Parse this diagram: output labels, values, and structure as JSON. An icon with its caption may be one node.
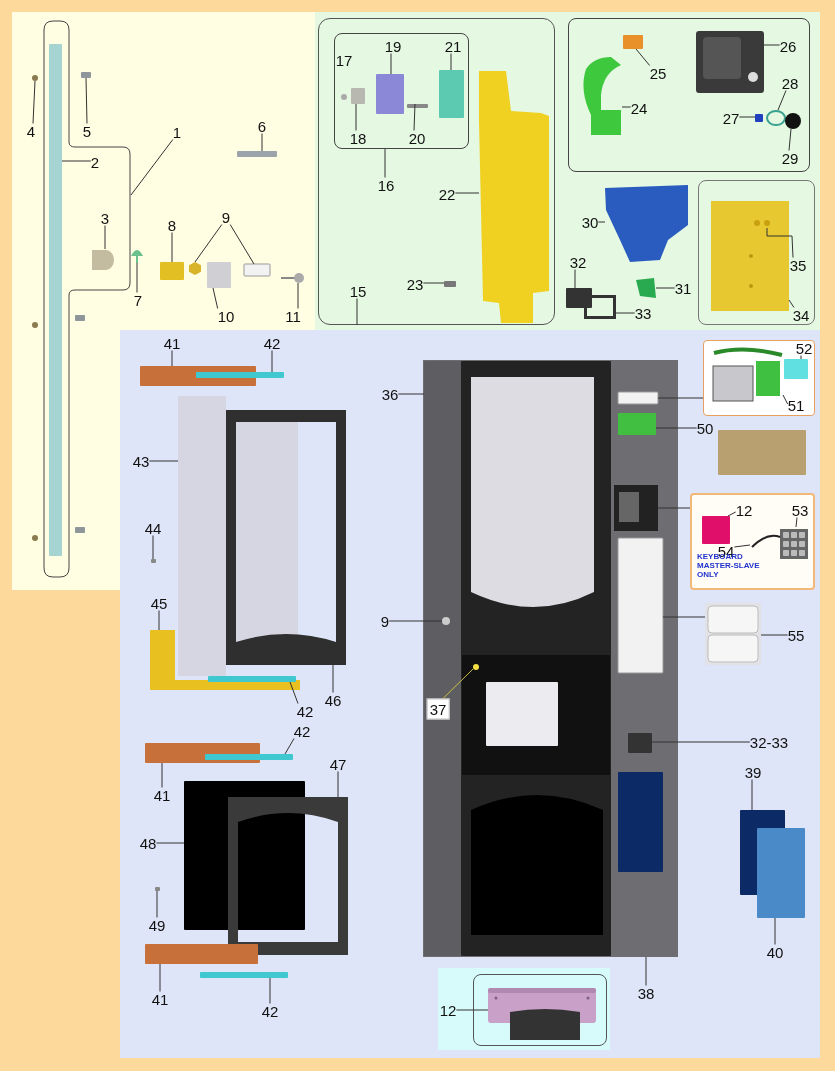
{
  "diagram": {
    "nodes": [
      {
        "text": [
          "1"
        ]
      },
      {
        "text": [],
        "shape": "box"
      },
      {
        "text": [
          "2"
        ],
        "in": 1
      },
      {
        "text": [
          "3"
        ],
        "in": 1
      },
      {
        "text": [
          "4"
        ]
      },
      {
        "text": [
          "5"
        ]
      },
      {
        "text": [
          "6"
        ]
      },
      {
        "text": [
          "7"
        ]
      },
      {
        "text": [
          "8"
        ]
      },
      {
        "text": [
          "9"
        ]
      },
      {
        "text": [
          "10"
        ]
      },
      {
        "text": [
          "11"
        ]
      },
      {
        "text": [],
        "shape": "box"
      },
      {
        "text": [
          "15"
        ],
        "in": 12
      },
      {
        "text": [],
        "shape": "box",
        "in": 12
      },
      {
        "text": [
          "16"
        ],
        "in": 12
      },
      {
        "text": [
          "17"
        ],
        "in": 14
      },
      {
        "text": [
          "18"
        ],
        "in": 14
      },
      {
        "text": [
          "19"
        ],
        "in": 14
      },
      {
        "text": [
          "20"
        ],
        "in": 14
      },
      {
        "text": [
          "21"
        ],
        "in": 14
      },
      {
        "text": [
          "22"
        ],
        "in": 12
      },
      {
        "text": [
          "23"
        ],
        "in": 12
      },
      {
        "text": [],
        "shape": "box"
      },
      {
        "text": [
          "24"
        ],
        "in": 23
      },
      {
        "text": [
          "25"
        ],
        "in": 23
      },
      {
        "text": [
          "26"
        ],
        "in": 23
      },
      {
        "text": [
          "27"
        ],
        "in": 23
      },
      {
        "text": [
          "28"
        ],
        "in": 23
      },
      {
        "text": [
          "29"
        ],
        "in": 23
      },
      {
        "text": [
          "30"
        ]
      },
      {
        "text": [
          "31"
        ]
      },
      {
        "text": [
          "32"
        ]
      },
      {
        "text": [
          "33"
        ]
      },
      {
        "text": [],
        "shape": "box"
      },
      {
        "text": [
          "34"
        ],
        "in": 34
      },
      {
        "text": [
          "35"
        ],
        "in": 34
      },
      {
        "text": [
          "41"
        ]
      },
      {
        "text": [
          "42"
        ]
      },
      {
        "text": [
          "43"
        ]
      },
      {
        "text": [
          "44"
        ]
      },
      {
        "text": [
          "45"
        ]
      },
      {
        "text": [
          "42"
        ]
      },
      {
        "text": [
          "46"
        ]
      },
      {
        "text": [
          "42"
        ]
      },
      {
        "text": [
          "41"
        ]
      },
      {
        "text": [
          "47"
        ]
      },
      {
        "text": [
          "48"
        ]
      },
      {
        "text": [
          "49"
        ]
      },
      {
        "text": [
          "41"
        ]
      },
      {
        "text": [
          "42"
        ]
      },
      {
        "text": [
          "36"
        ]
      },
      {
        "text": [
          "9"
        ]
      },
      {
        "text": [
          "37"
        ],
        "in": 118
      },
      {
        "text": [],
        "shape": "box"
      },
      {
        "text": [
          "52"
        ],
        "in": 54
      },
      {
        "text": [
          "51"
        ],
        "in": 54
      },
      {
        "text": [
          "50"
        ]
      },
      {
        "text": [],
        "shape": "box"
      },
      {
        "text": [
          "12"
        ],
        "in": 58
      },
      {
        "text": [
          "53"
        ],
        "in": 58
      },
      {
        "text": [
          "54"
        ],
        "in": 58
      },
      {
        "text": [],
        "shape": "picture"
      },
      {
        "text": [
          "55"
        ]
      },
      {
        "text": [
          "32-33"
        ]
      },
      {
        "text": [
          "39"
        ]
      },
      {
        "text": [
          "40"
        ]
      },
      {
        "text": [
          "38"
        ]
      },
      {
        "text": [
          "12"
        ]
      },
      {
        "text": [],
        "shape": "box",
        "in": 1
      },
      {
        "text": [],
        "shape": "polygon",
        "in": 1
      },
      {
        "text": [],
        "shape": "circle"
      },
      {
        "text": [],
        "shape": "box"
      },
      {
        "text": [],
        "shape": "box"
      },
      {
        "text": [],
        "shape": "picture"
      },
      {
        "text": [],
        "shape": "box"
      },
      {
        "text": [],
        "shape": "hexagon"
      },
      {
        "text": [],
        "shape": "box"
      },
      {
        "text": [],
        "shape": "box"
      },
      {
        "text": [],
        "shape": "picture"
      },
      {
        "text": [],
        "shape": "circle"
      },
      {
        "text": [],
        "shape": "box"
      },
      {
        "text": [],
        "shape": "box"
      },
      {
        "text": [],
        "shape": "circle"
      },
      {
        "text": [],
        "shape": "circle",
        "in": 14
      },
      {
        "text": [],
        "shape": "box",
        "in": 14
      },
      {
        "text": [],
        "shape": "box",
        "in": 14
      },
      {
        "text": [],
        "shape": "box",
        "in": 14
      },
      {
        "text": [],
        "shape": "box",
        "in": 14
      },
      {
        "text": [],
        "shape": "polygon",
        "in": 12
      },
      {
        "text": [],
        "shape": "box",
        "in": 12
      },
      {
        "text": [],
        "shape": "polygon",
        "in": 23
      },
      {
        "text": [],
        "shape": "box",
        "in": 23
      },
      {
        "text": [],
        "shape": "picture",
        "in": 23
      },
      {
        "text": [],
        "shape": "box",
        "in": 23
      },
      {
        "text": [],
        "shape": "ring",
        "in": 23
      },
      {
        "text": [],
        "shape": "circle",
        "in": 23
      },
      {
        "text": [],
        "shape": "polygon"
      },
      {
        "text": [],
        "shape": "polygon"
      },
      {
        "text": [],
        "shape": "box"
      },
      {
        "text": [],
        "shape": "frame"
      },
      {
        "text": [],
        "shape": "picture",
        "in": 34
      },
      {
        "text": [],
        "shape": "picture",
        "in": 101
      },
      {
        "text": [],
        "shape": "box"
      },
      {
        "text": [],
        "shape": "box"
      },
      {
        "text": [],
        "shape": "box"
      },
      {
        "text": [],
        "shape": "box"
      },
      {
        "text": [],
        "shape": "polygon"
      },
      {
        "text": [],
        "shape": "box"
      },
      {
        "text": [],
        "shape": "frame"
      },
      {
        "text": [],
        "shape": "box"
      },
      {
        "text": [],
        "shape": "box"
      },
      {
        "text": [],
        "shape": "box"
      },
      {
        "text": [],
        "shape": "frame"
      },
      {
        "text": [],
        "shape": "box"
      },
      {
        "text": [],
        "shape": "box"
      },
      {
        "text": [],
        "shape": "box"
      },
      {
        "text": [],
        "shape": "picture"
      },
      {
        "text": [],
        "shape": "box",
        "in": 117
      },
      {
        "text": [],
        "shape": "circle",
        "in": 118
      },
      {
        "text": [],
        "shape": "circle",
        "in": 137
      },
      {
        "text": [],
        "shape": "box",
        "in": 117
      },
      {
        "text": [],
        "shape": "box",
        "in": 117
      },
      {
        "text": [],
        "shape": "picture",
        "in": 117
      },
      {
        "text": [],
        "shape": "box",
        "in": 117
      },
      {
        "text": [],
        "shape": "box",
        "in": 117
      },
      {
        "text": [],
        "shape": "box",
        "in": 117
      },
      {
        "text": [],
        "shape": "picture",
        "in": 54
      },
      {
        "text": [],
        "shape": "box",
        "in": 54
      },
      {
        "text": [],
        "shape": "box"
      },
      {
        "text": [],
        "shape": "box",
        "in": 58
      },
      {
        "text": [],
        "shape": "picture",
        "in": 58
      },
      {
        "text": [],
        "shape": "box"
      },
      {
        "text": [],
        "shape": "box"
      },
      {
        "text": [],
        "shape": "picture"
      },
      {
        "text": [],
        "shape": "box",
        "in": 117
      },
      {
        "text": [],
        "shape": "arch",
        "in": 135
      },
      {
        "text": [],
        "shape": "box",
        "in": 135
      },
      {
        "text": [],
        "shape": "box",
        "in": 137
      },
      {
        "text": [],
        "shape": "arch",
        "in": 135
      }
    ],
    "edges": [
      {
        "from": 0,
        "to": 1,
        "arrow": "none"
      },
      {
        "from": 2,
        "to": 69,
        "arrow": "none"
      },
      {
        "from": 3,
        "to": 70,
        "arrow": "none"
      },
      {
        "from": 4,
        "to": 71,
        "arrow": "none"
      },
      {
        "from": 5,
        "to": 72,
        "arrow": "none"
      },
      {
        "from": 6,
        "to": 73,
        "arrow": "none"
      },
      {
        "from": 7,
        "to": 74,
        "arrow": "none"
      },
      {
        "from": 8,
        "to": 75,
        "arrow": "none"
      },
      {
        "from": 9,
        "to": 76,
        "arrow": "none"
      },
      {
        "from": 9,
        "to": 78,
        "arrow": "none"
      },
      {
        "from": 10,
        "to": 77,
        "arrow": "none"
      },
      {
        "from": 11,
        "to": 79,
        "arrow": "none"
      },
      {
        "from": 13,
        "to": 12,
        "arrow": "none"
      },
      {
        "from": 15,
        "to": 14,
        "arrow": "none"
      },
      {
        "from": 17,
        "to": 85,
        "arrow": "none"
      },
      {
        "from": 18,
        "to": 86,
        "arrow": "none"
      },
      {
        "from": 19,
        "to": 87,
        "arrow": "none"
      },
      {
        "from": 20,
        "to": 88,
        "arrow": "none"
      },
      {
        "from": 21,
        "to": 89,
        "arrow": "none"
      },
      {
        "from": 22,
        "to": 90,
        "arrow": "none"
      },
      {
        "from": 24,
        "to": 91,
        "arrow": "none"
      },
      {
        "from": 25,
        "to": 92,
        "arrow": "none"
      },
      {
        "from": 26,
        "to": 93,
        "arrow": "none"
      },
      {
        "from": 27,
        "to": 94,
        "arrow": "none"
      },
      {
        "from": 28,
        "to": 95,
        "arrow": "none"
      },
      {
        "from": 29,
        "to": 96,
        "arrow": "none"
      },
      {
        "from": 30,
        "to": 97,
        "arrow": "none"
      },
      {
        "from": 31,
        "to": 98,
        "arrow": "none"
      },
      {
        "from": 32,
        "to": 99,
        "arrow": "none"
      },
      {
        "from": 33,
        "to": 100,
        "arrow": "none"
      },
      {
        "from": 35,
        "to": 101,
        "arrow": "none"
      },
      {
        "from": 36,
        "to": 102,
        "arrow": "none"
      },
      {
        "from": 37,
        "to": 103,
        "arrow": "none"
      },
      {
        "from": 38,
        "to": 104,
        "arrow": "none"
      },
      {
        "from": 39,
        "to": 105,
        "arrow": "none"
      },
      {
        "from": 40,
        "to": 106,
        "arrow": "none"
      },
      {
        "from": 41,
        "to": 107,
        "arrow": "none"
      },
      {
        "from": 42,
        "to": 108,
        "arrow": "none"
      },
      {
        "from": 43,
        "to": 109,
        "arrow": "none"
      },
      {
        "from": 44,
        "to": 111,
        "arrow": "none"
      },
      {
        "from": 45,
        "to": 110,
        "arrow": "none"
      },
      {
        "from": 46,
        "to": 113,
        "arrow": "none"
      },
      {
        "from": 47,
        "to": 112,
        "arrow": "none"
      },
      {
        "from": 48,
        "to": 114,
        "arrow": "none"
      },
      {
        "from": 49,
        "to": 115,
        "arrow": "none"
      },
      {
        "from": 50,
        "to": 116,
        "arrow": "none"
      },
      {
        "from": 51,
        "to": 118,
        "arrow": "none"
      },
      {
        "from": 52,
        "to": 119,
        "arrow": "none"
      },
      {
        "from": 53,
        "to": 120,
        "arrow": "none",
        "color": "#c8c040"
      },
      {
        "from": 54,
        "to": 121,
        "arrow": "none"
      },
      {
        "from": 56,
        "to": 127,
        "arrow": "none"
      },
      {
        "from": 55,
        "to": 128,
        "arrow": "none"
      },
      {
        "from": 57,
        "to": 122,
        "arrow": "none"
      },
      {
        "from": 58,
        "to": 123,
        "arrow": "none"
      },
      {
        "from": 59,
        "to": 130,
        "arrow": "none"
      },
      {
        "from": 60,
        "to": 131,
        "arrow": "none"
      },
      {
        "from": 61,
        "to": 131,
        "arrow": "none"
      },
      {
        "from": 62,
        "to": 124,
        "arrow": "none"
      },
      {
        "from": 63,
        "to": 62,
        "arrow": "none"
      },
      {
        "from": 64,
        "to": 125,
        "arrow": "none"
      },
      {
        "from": 65,
        "to": 132,
        "arrow": "none"
      },
      {
        "from": 66,
        "to": 133,
        "arrow": "none"
      },
      {
        "from": 67,
        "to": 117,
        "arrow": "none"
      },
      {
        "from": 68,
        "to": 134,
        "arrow": "none"
      }
    ],
    "labels": [
      "KEYBOARD MASTER-SLAVE ONLY"
    ]
  }
}
